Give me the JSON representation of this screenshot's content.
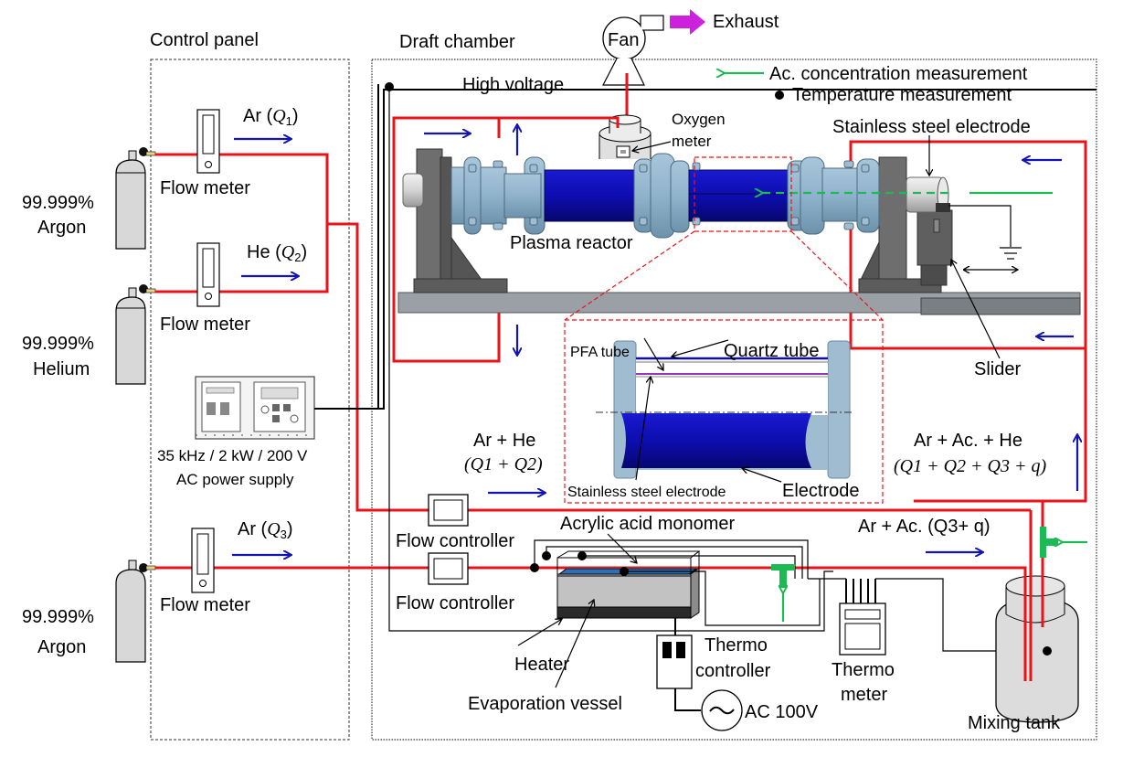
{
  "regions": {
    "control_panel": "Control panel",
    "draft_chamber": "Draft chamber"
  },
  "cylinders": [
    {
      "purity": "99.999%",
      "gas": "Argon"
    },
    {
      "purity": "99.999%",
      "gas": "Helium"
    },
    {
      "purity": "99.999%",
      "gas": "Argon"
    }
  ],
  "flow_meters": [
    "Flow meter",
    "Flow meter",
    "Flow meter"
  ],
  "flows": {
    "ar_q1": {
      "gas": "Ar (",
      "q": "Q",
      "sub": "1",
      "close": ")"
    },
    "he_q2": {
      "gas": "He (",
      "q": "Q",
      "sub": "2",
      "close": ")"
    },
    "ar_q3": {
      "gas": "Ar (",
      "q": "Q",
      "sub": "3",
      "close": ")"
    },
    "ar_he": {
      "line1": "Ar + He",
      "line2": "(Q1 + Q2)"
    },
    "ar_ac": {
      "line": "Ar + Ac. (Q3+ q)"
    },
    "ar_ac_he": {
      "line1": "Ar + Ac. + He",
      "line2": "(Q1 + Q2 + Q3 + q)"
    }
  },
  "power_supply": {
    "spec": "35 kHz / 2 kW / 200 V",
    "name": "AC power supply"
  },
  "flow_controllers": [
    "Flow controller",
    "Flow controller"
  ],
  "top": {
    "fan": "Fan",
    "exhaust": "Exhaust",
    "high_voltage": "High voltage",
    "oxygen_meter_1": "Oxygen",
    "oxygen_meter_2": "meter"
  },
  "legend": {
    "ac_concentration": "Ac. concentration measurement",
    "temperature": "Temperature measurement"
  },
  "reactor": {
    "name": "Plasma reactor",
    "ss_electrode": "Stainless steel electrode",
    "slider": "Slider"
  },
  "inset": {
    "pfa_tube": "PFA tube",
    "quartz_tube": "Quartz tube",
    "ss_electrode": "Stainless steel electrode",
    "electrode": "Electrode"
  },
  "evaporation": {
    "monomer": "Acrylic acid monomer",
    "heater": "Heater",
    "vessel": "Evaporation vessel",
    "thermo_controller_1": "Thermo",
    "thermo_controller_2": "controller",
    "ac_source": "AC 100V",
    "thermometer_1": "Thermo",
    "thermometer_2": "meter",
    "mixing_tank": "Mixing tank"
  },
  "colors": {
    "gas_line": "#e8141a",
    "flow_arrow": "#1414b4",
    "measurement": "#1db954",
    "exhaust": "#cc22dd",
    "tube": "#0d0db0",
    "flange": "#8fb3cc"
  }
}
